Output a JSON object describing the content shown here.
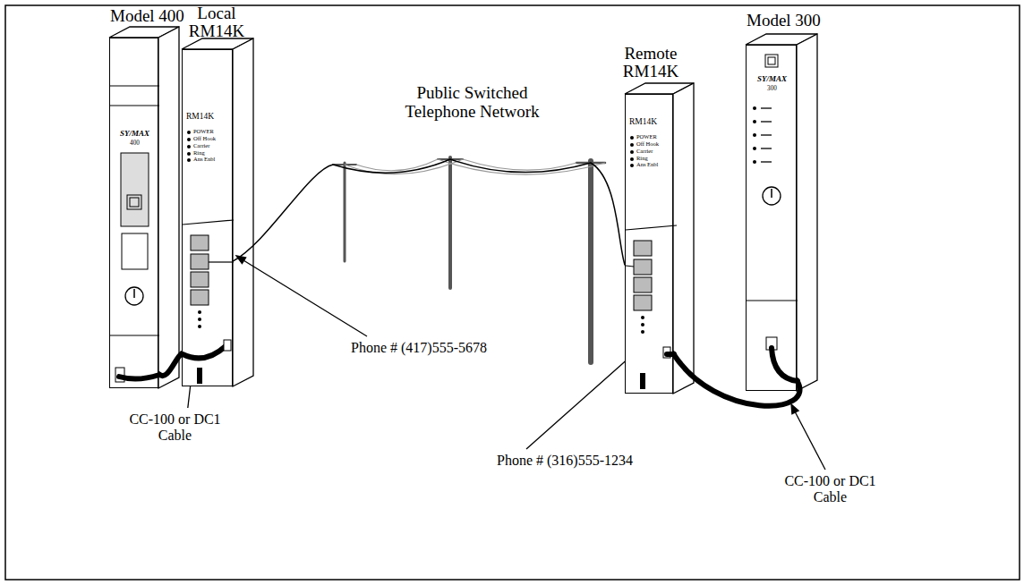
{
  "diagram": {
    "nodes": [
      {
        "text": [
          "Model 400",
          "SY/MAX",
          "400"
        ]
      },
      {
        "text": [
          "Local RM14K",
          "RM14K",
          "POWER",
          "Off Hook",
          "Carrier",
          "Ring",
          "Ans Enbl"
        ]
      },
      {
        "text": [
          "Remote RM14K",
          "RM14K",
          "POWER",
          "Off Hook",
          "Carrier",
          "Ring",
          "Ans Enbl"
        ]
      },
      {
        "text": [
          "Model 300",
          "SY/MAX",
          "300"
        ]
      }
    ],
    "edges": [
      {
        "from": 0,
        "to": 1,
        "arrow": "none"
      },
      {
        "from": 1,
        "to": 2,
        "label": "Public Switched Telephone Network",
        "arrow": "none"
      },
      {
        "from": 2,
        "to": 3,
        "arrow": "none"
      }
    ],
    "labels": [
      "Phone # (417)555-5678",
      "Phone # (316)555-1234",
      "CC-100 or DC1 Cable",
      "CC-100 or DC1 Cable"
    ]
  }
}
